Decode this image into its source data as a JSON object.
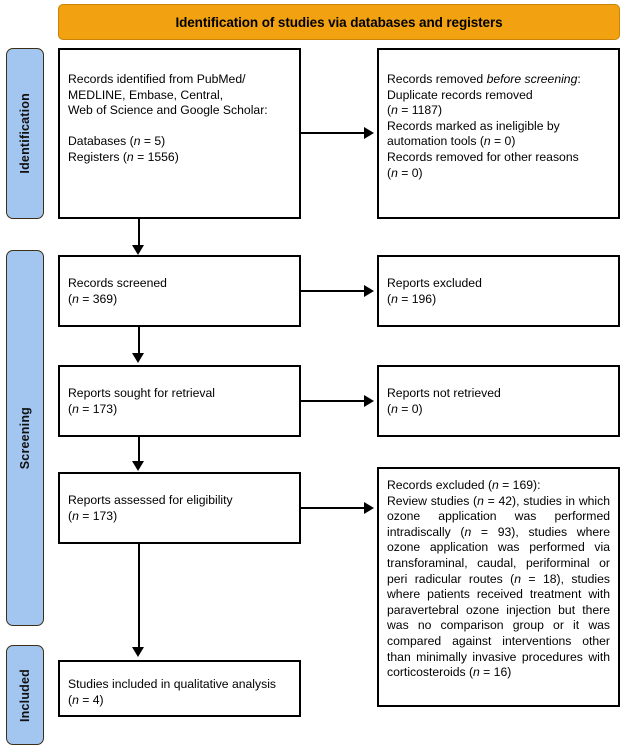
{
  "diagram": {
    "type": "prisma-flow-diagram",
    "banner_title": "Identification of studies via databases and registers",
    "accent_colors": {
      "banner_orange": "#F2A211",
      "stage_bar_blue": "#A3C6F0",
      "box_border": "#000000",
      "background": "#FFFFFF"
    }
  },
  "stages": [
    {
      "id": "identification",
      "label": "Identification"
    },
    {
      "id": "screening",
      "label": "Screening"
    },
    {
      "id": "included",
      "label": "Included"
    }
  ],
  "boxes": {
    "records_identified": {
      "line1": "Records identified from PubMed/",
      "line2": "MEDLINE, Embase, Central,",
      "line3": "Web of Science and Google Scholar:",
      "line4_label": "Databases (",
      "line4_n": "n",
      "line4_value": " = 5)",
      "line5_label": "Registers (",
      "line5_n": "n",
      "line5_value": " = 1556)"
    },
    "records_removed": {
      "line1_a": "Records removed ",
      "line1_italic": "before screening",
      "line1_b": ":",
      "line2": "Duplicate records removed",
      "line3_n": "n",
      "line3_value": " = 1187)",
      "line4": "Records marked as ineligible by",
      "line5_a": "automation tools (",
      "line5_n": "n",
      "line5_b": " = 0)",
      "line6": "Records removed for other reasons",
      "line7_n": "n",
      "line7_value": " = 0)"
    },
    "records_screened": {
      "title": "Records screened",
      "count_n": "n",
      "count_value": " = 369)"
    },
    "reports_excluded": {
      "title": "Reports excluded",
      "count_n": "n",
      "count_value": " = 196)"
    },
    "reports_sought": {
      "title": "Reports sought for retrieval",
      "count_n": "n",
      "count_value": " = 173)"
    },
    "reports_not_retrieved": {
      "title": "Reports not retrieved",
      "count_n": "n",
      "count_value": " = 0)"
    },
    "reports_assessed": {
      "title": "Reports assessed for eligibility",
      "count_n": "n",
      "count_value": " = 173)"
    },
    "records_excluded_detail": {
      "heading_a": "Records excluded (",
      "heading_n": "n",
      "heading_b": " = 169):",
      "body_1": "Review studies (",
      "body_n1": "n",
      "body_2": " = 42), studies in which ozone application was performed intradiscally (",
      "body_n2": "n",
      "body_3": " = 93), studies where ozone application was performed via transforaminal, caudal, periforminal or peri radicular routes (",
      "body_n3": "n",
      "body_4": " = 18), studies where patients received treatment with paravertebral ozone injection but there was no comparison group or it was compared against interventions other than minimally invasive procedures with corticosteroids (",
      "body_n4": "n",
      "body_5": " = 16)"
    },
    "studies_included": {
      "title": "Studies included in qualitative analysis",
      "count_n": "n",
      "count_value": " = 4)"
    }
  }
}
